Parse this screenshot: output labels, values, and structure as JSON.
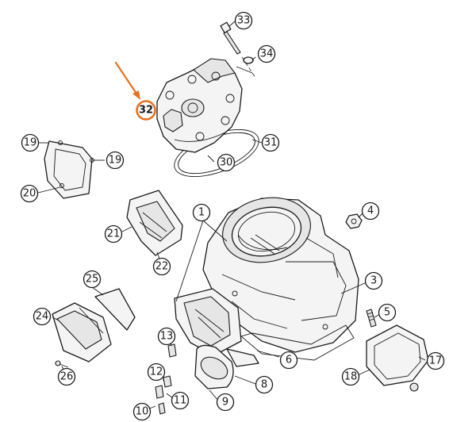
{
  "diagram": {
    "highlight_color": "#e8711e",
    "highlighted_callout": "32",
    "callouts": [
      "1",
      "3",
      "4",
      "5",
      "6",
      "8",
      "9",
      "10",
      "11",
      "12",
      "13",
      "17",
      "18",
      "19",
      "19",
      "20",
      "21",
      "22",
      "24",
      "25",
      "26",
      "30",
      "31",
      "32",
      "33",
      "34"
    ]
  }
}
